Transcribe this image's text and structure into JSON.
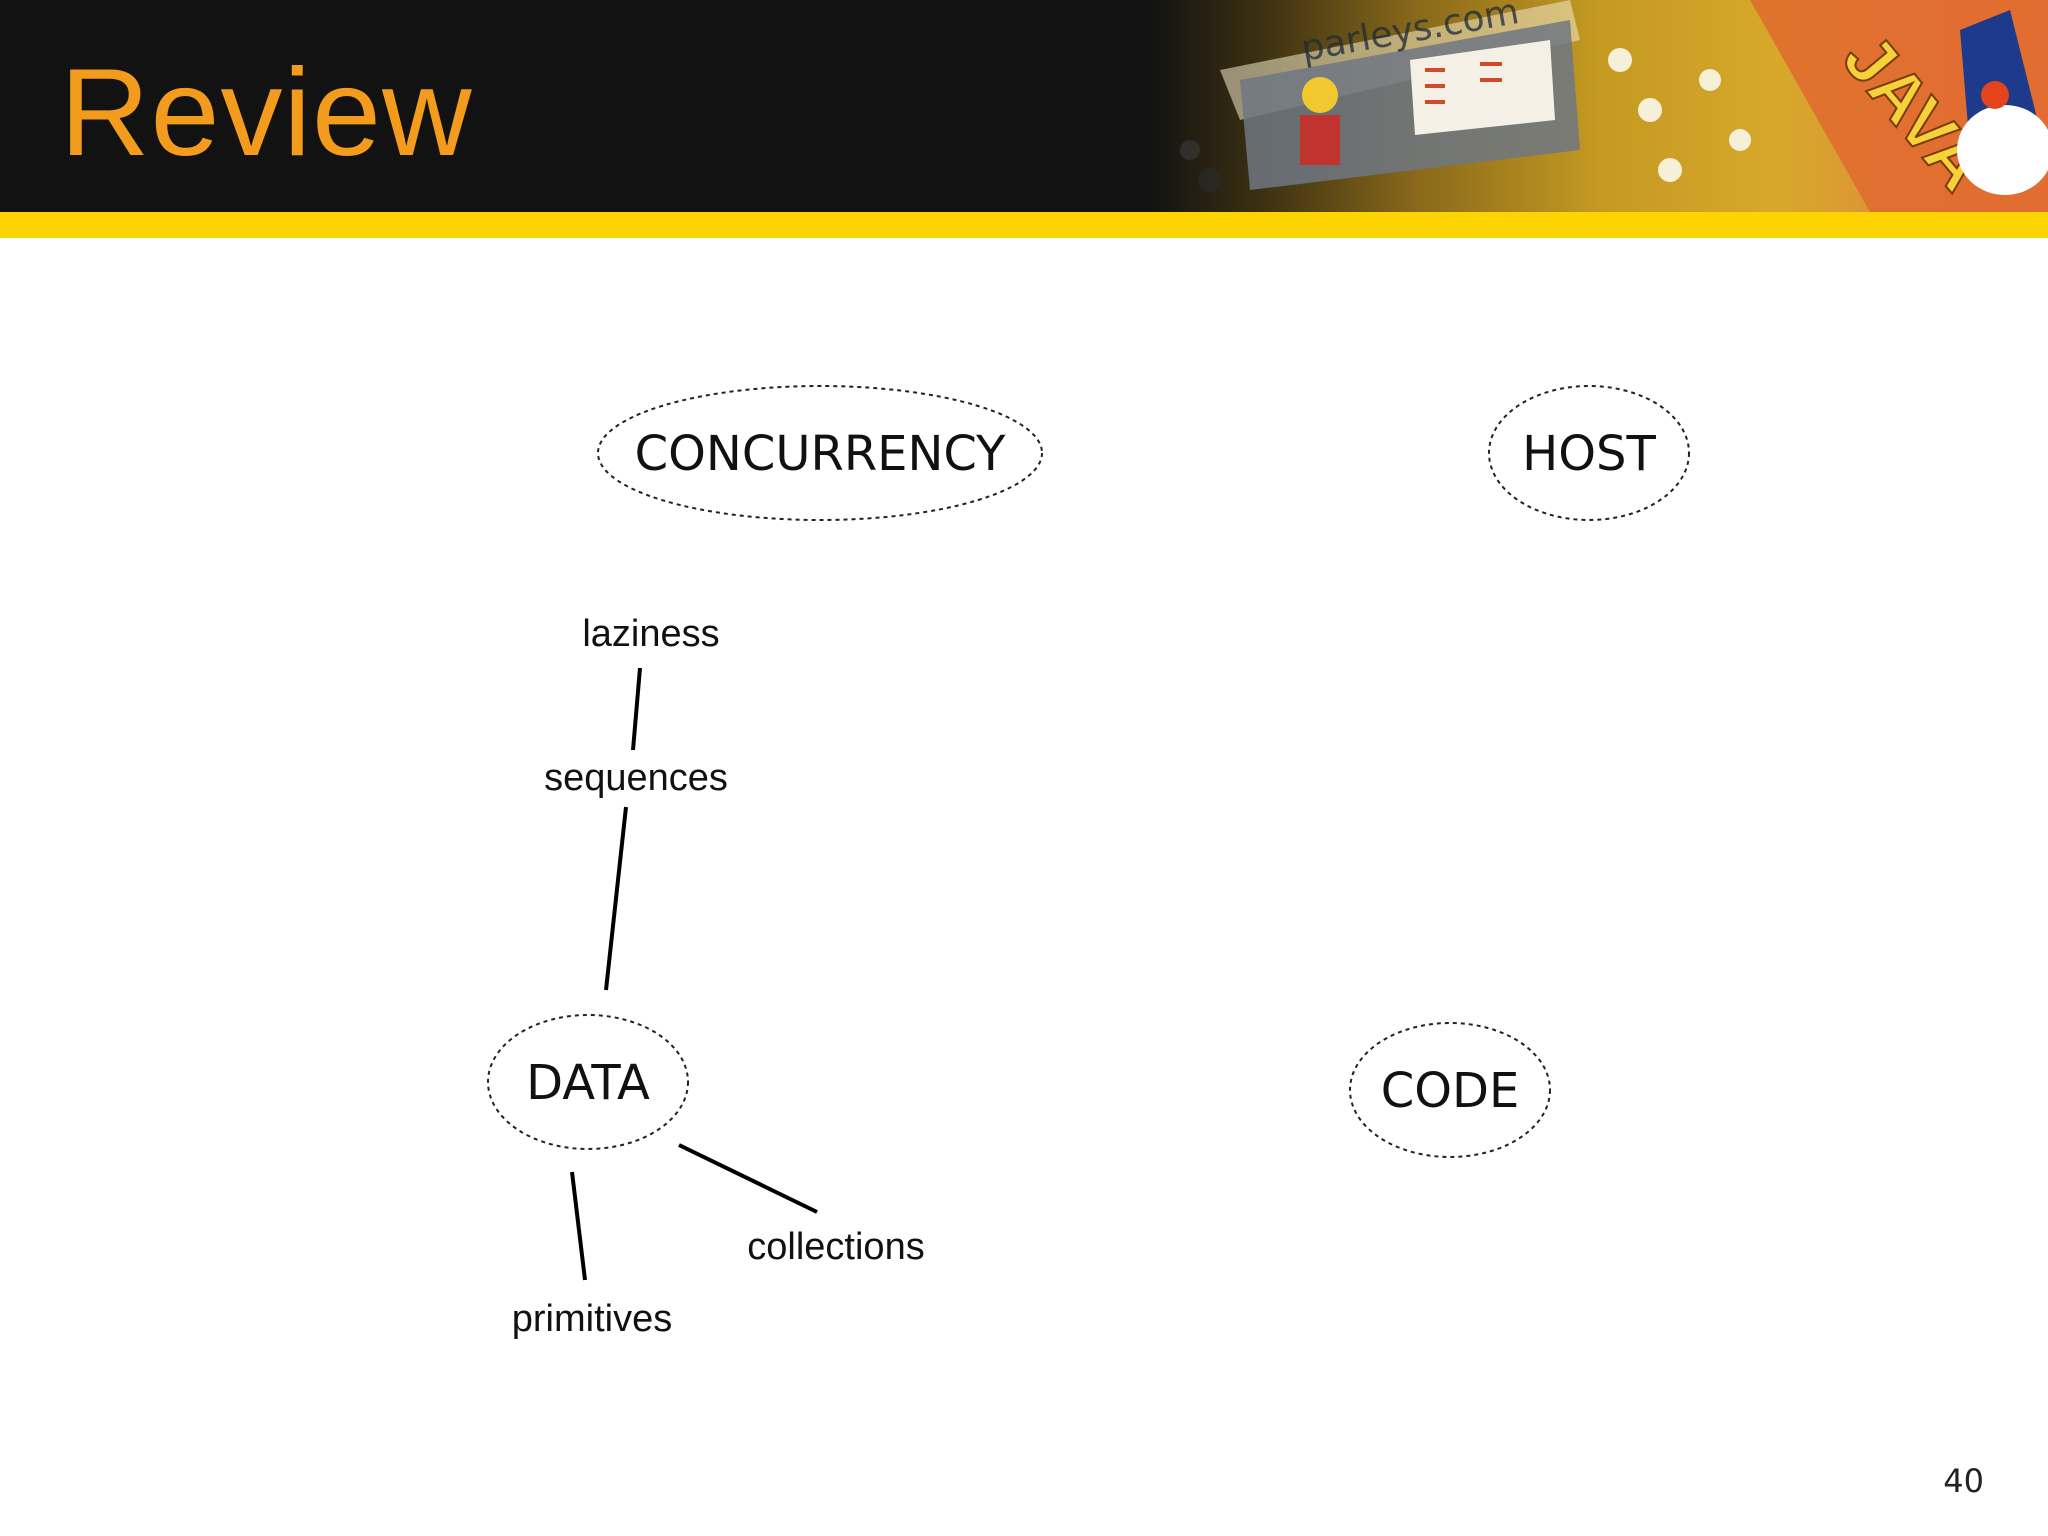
{
  "slide": {
    "title": "Review",
    "page_number": "40",
    "banner_text": "parleys.com"
  },
  "diagram": {
    "nodes": {
      "concurrency": "CONCURRENCY",
      "host": "HOST",
      "data": "DATA",
      "code": "CODE"
    },
    "leaves": {
      "laziness": "laziness",
      "sequences": "sequences",
      "collections": "collections",
      "primitives": "primitives"
    }
  },
  "colors": {
    "title": "#f39b1c",
    "header_bg": "#121212",
    "accent_bar": "#fdd400"
  }
}
